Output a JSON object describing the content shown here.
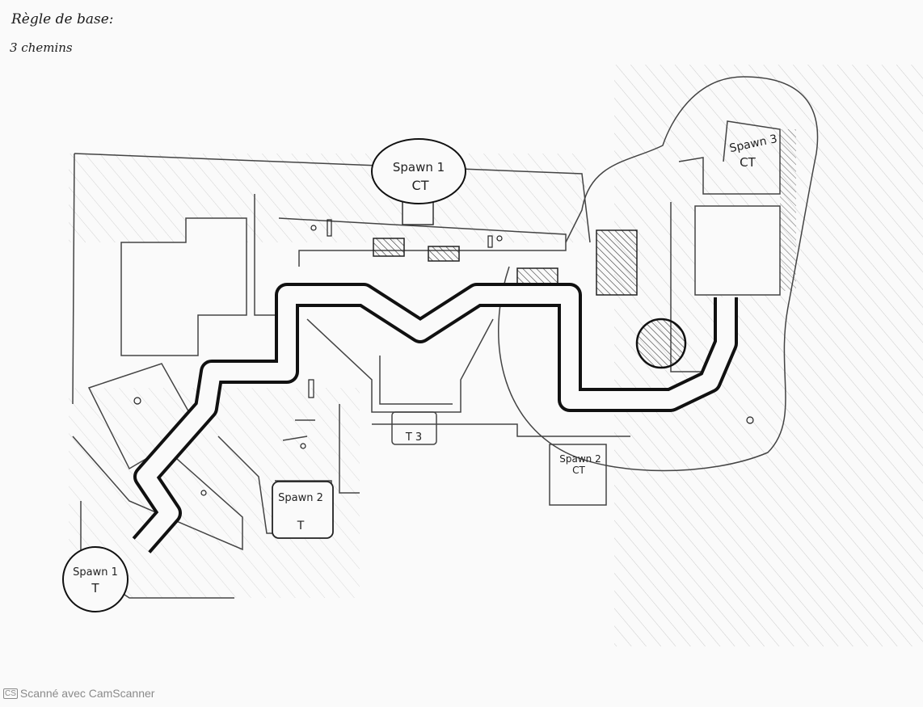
{
  "notes": {
    "title": "Règle de base:",
    "rule": "3 chemins"
  },
  "spawns": {
    "ct1": {
      "name": "Spawn 1",
      "team": "CT"
    },
    "ct2": {
      "name": "Spawn 2",
      "team": "CT"
    },
    "ct3": {
      "name": "Spawn 3",
      "team": "CT"
    },
    "t1": {
      "name": "Spawn 1",
      "team": "T"
    },
    "t2": {
      "name": "Spawn 2",
      "team": "T"
    },
    "t3_label": "T 3"
  },
  "footer": {
    "badge": "CS",
    "text": "Scanné avec CamScanner"
  }
}
